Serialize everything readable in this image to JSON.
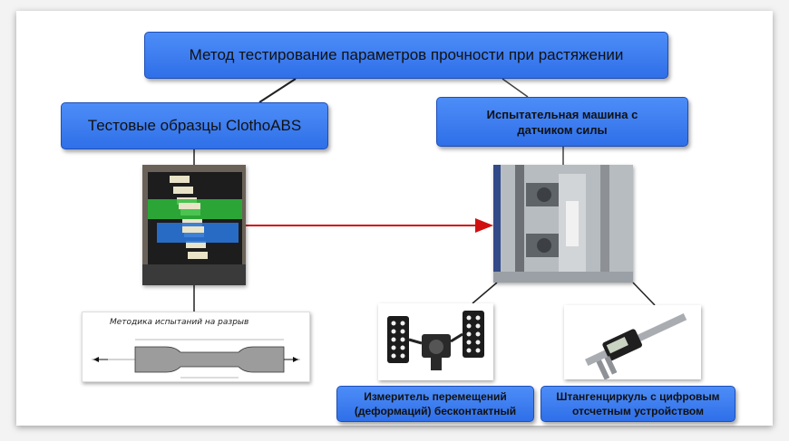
{
  "nodes": {
    "title": "Метод тестирование  параметров прочности при растяжении",
    "samples": "Тестовые образцы ClothoABS",
    "machine": "Испытательная машина с датчиком силы",
    "meter": "Измеритель перемещений (деформаций) бесконтактный",
    "caliper": "Штангенциркуль с цифровым отсчетным устройством"
  },
  "drawing": {
    "title": "Методика испытаний на разрыв"
  },
  "colors": {
    "node_fill": "#3b7cf0",
    "node_border": "#1e4fb8",
    "arrow": "#d01010",
    "connector": "#222222"
  }
}
